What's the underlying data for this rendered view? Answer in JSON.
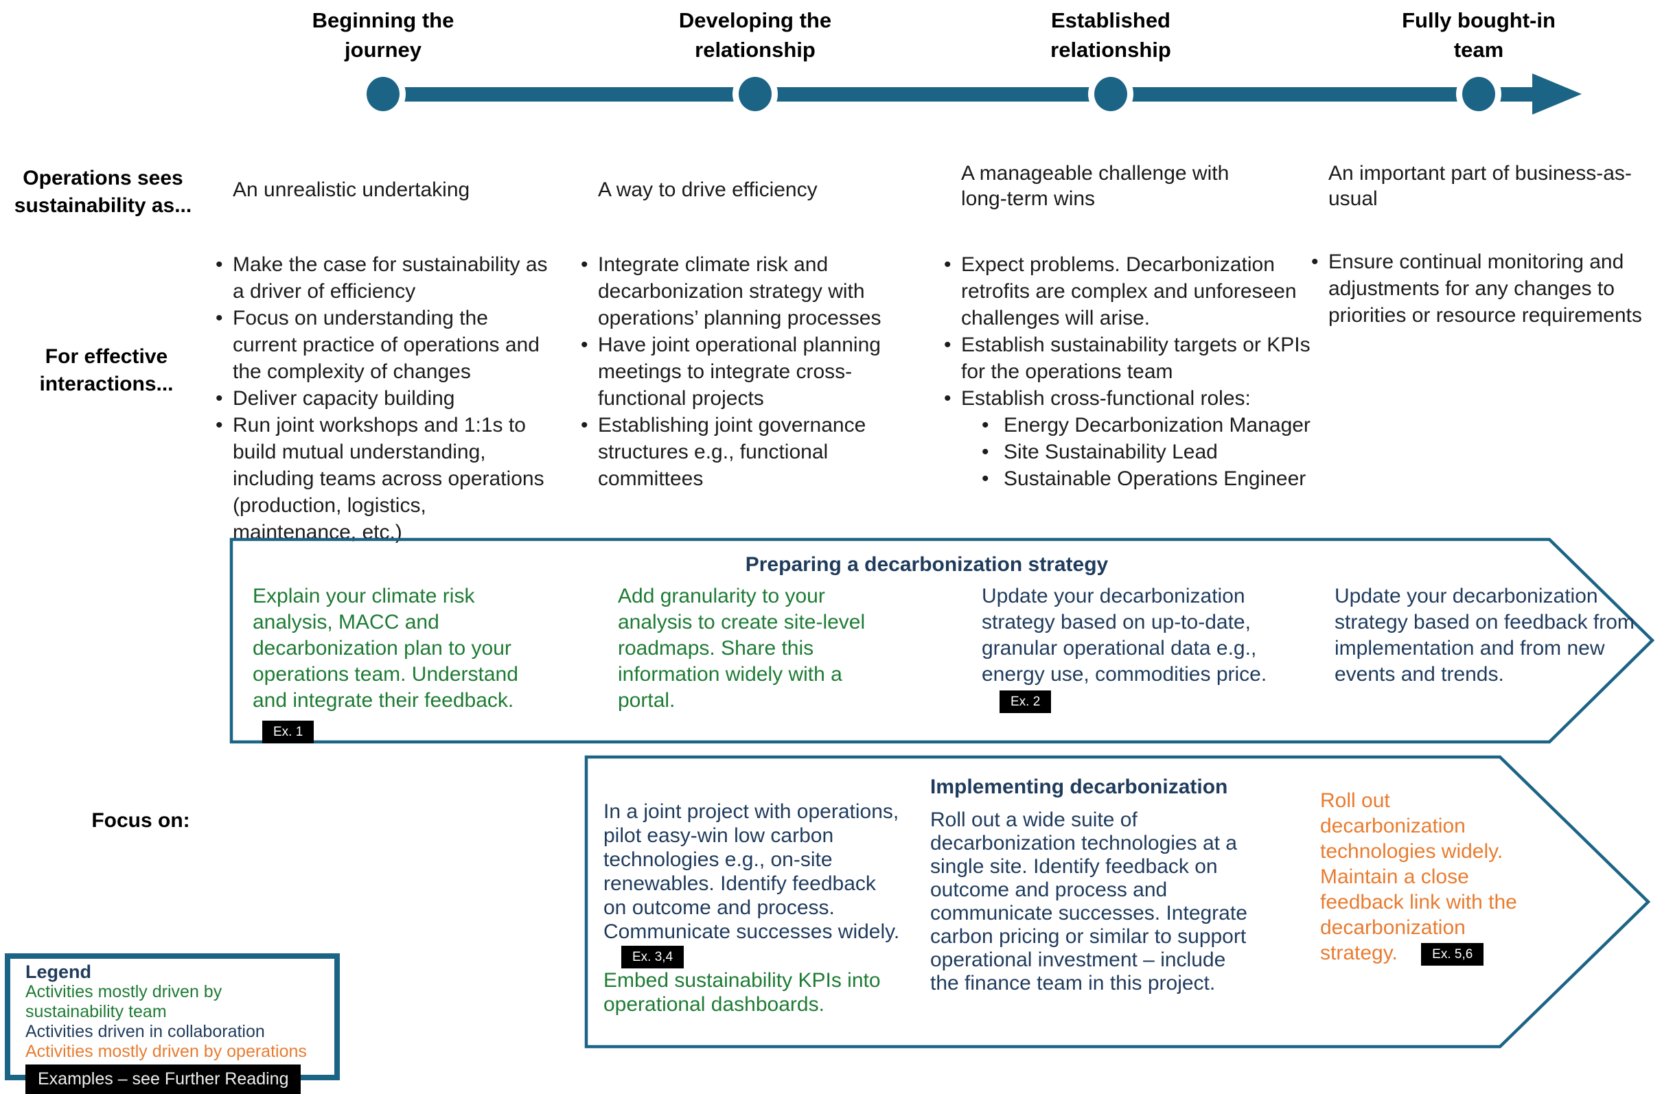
{
  "colors": {
    "teal": "#1C6485",
    "navy": "#1F3B5C",
    "green": "#1E7B34",
    "orange": "#E87C30",
    "badge_bg": "#000000"
  },
  "timeline": {
    "stages": [
      "Beginning the journey",
      "Developing the relationship",
      "Established relationship",
      "Fully bought-in team"
    ]
  },
  "rows": {
    "perception": {
      "label": "Operations sees sustainability as...",
      "cells": [
        "An unrealistic undertaking",
        "A way to drive efficiency",
        "A manageable challenge with long-term wins",
        "An important part of business-as-usual"
      ]
    },
    "interactions": {
      "label": "For effective interactions...",
      "columns": [
        {
          "bullets": [
            "Make the case for sustainability as a driver of efficiency",
            "Focus on understanding the current practice of operations and the complexity of changes",
            "Deliver capacity building",
            "Run joint workshops and 1:1s to build mutual understanding, including teams across operations (production, logistics, maintenance, etc.)"
          ]
        },
        {
          "bullets": [
            "Integrate climate risk and decarbonization strategy with operations’ planning processes",
            "Have joint operational planning meetings to integrate cross-functional projects",
            "Establishing joint governance structures e.g., functional committees"
          ]
        },
        {
          "bullets": [
            "Expect problems. Decarbonization retrofits are complex and unforeseen challenges will arise.",
            "Establish sustainability targets or KPIs for the operations team",
            "Establish cross-functional roles:"
          ],
          "sub_bullets": [
            "Energy Decarbonization Manager",
            "Site Sustainability Lead",
            "Sustainable Operations Engineer"
          ]
        },
        {
          "bullets": [
            "Ensure continual monitoring and adjustments for any changes to priorities or resource requirements"
          ]
        }
      ]
    },
    "focus": {
      "label": "Focus on:"
    }
  },
  "preparing_box": {
    "title": "Preparing a decarbonization strategy",
    "cells": [
      {
        "text": "Explain your climate risk analysis, MACC and decarbonization plan to your operations team. Understand and integrate their feedback.",
        "badge": "Ex. 1"
      },
      {
        "text": "Add granularity to your analysis to create site-level roadmaps. Share this information widely with a portal."
      },
      {
        "text": "Update your decarbonization strategy based on up-to-date, granular operational data e.g., energy use, commodities price.",
        "badge": "Ex. 2"
      },
      {
        "text": "Update your decarbonization strategy based on feedback from implementation and from new events and trends."
      }
    ]
  },
  "implementing_box": {
    "title": "Implementing decarbonization",
    "cells": [
      {
        "text": "In a joint project with operations, pilot easy-win low carbon technologies e.g., on-site renewables. Identify feedback on outcome and process. Communicate successes widely.",
        "badge": "Ex. 3,4",
        "extra": "Embed sustainability KPIs into operational dashboards."
      },
      {
        "text": "Roll out a wide suite of decarbonization technologies at a single site. Identify feedback on outcome and process and communicate successes. Integrate carbon pricing or similar to support operational investment – include the finance team in this project."
      },
      {
        "text": "Roll out decarbonization technologies widely. Maintain a close feedback link with the decarbonization strategy.",
        "badge": "Ex. 5,6"
      }
    ]
  },
  "legend": {
    "title": "Legend",
    "items": [
      {
        "text": "Activities mostly driven by sustainability team"
      },
      {
        "text": "Activities driven in collaboration"
      },
      {
        "text": "Activities mostly driven by operations"
      }
    ],
    "examples_label": "Examples – see Further Reading"
  }
}
